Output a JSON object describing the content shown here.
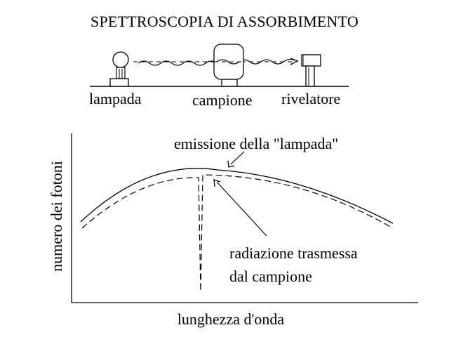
{
  "title": "SPETTROSCOPIA  DI ASSORBIMENTO",
  "apparatus": {
    "lamp_label": "lampada",
    "sample_label": "campione",
    "detector_label": "rivelatore"
  },
  "graph": {
    "ylabel": "numero dei fotoni",
    "xlabel": "lunghezza d'onda",
    "emission_label": "emissione della \"lampada\"",
    "transmitted_label_line1": "radiazione trasmessa",
    "transmitted_label_line2": "dal campione"
  }
}
